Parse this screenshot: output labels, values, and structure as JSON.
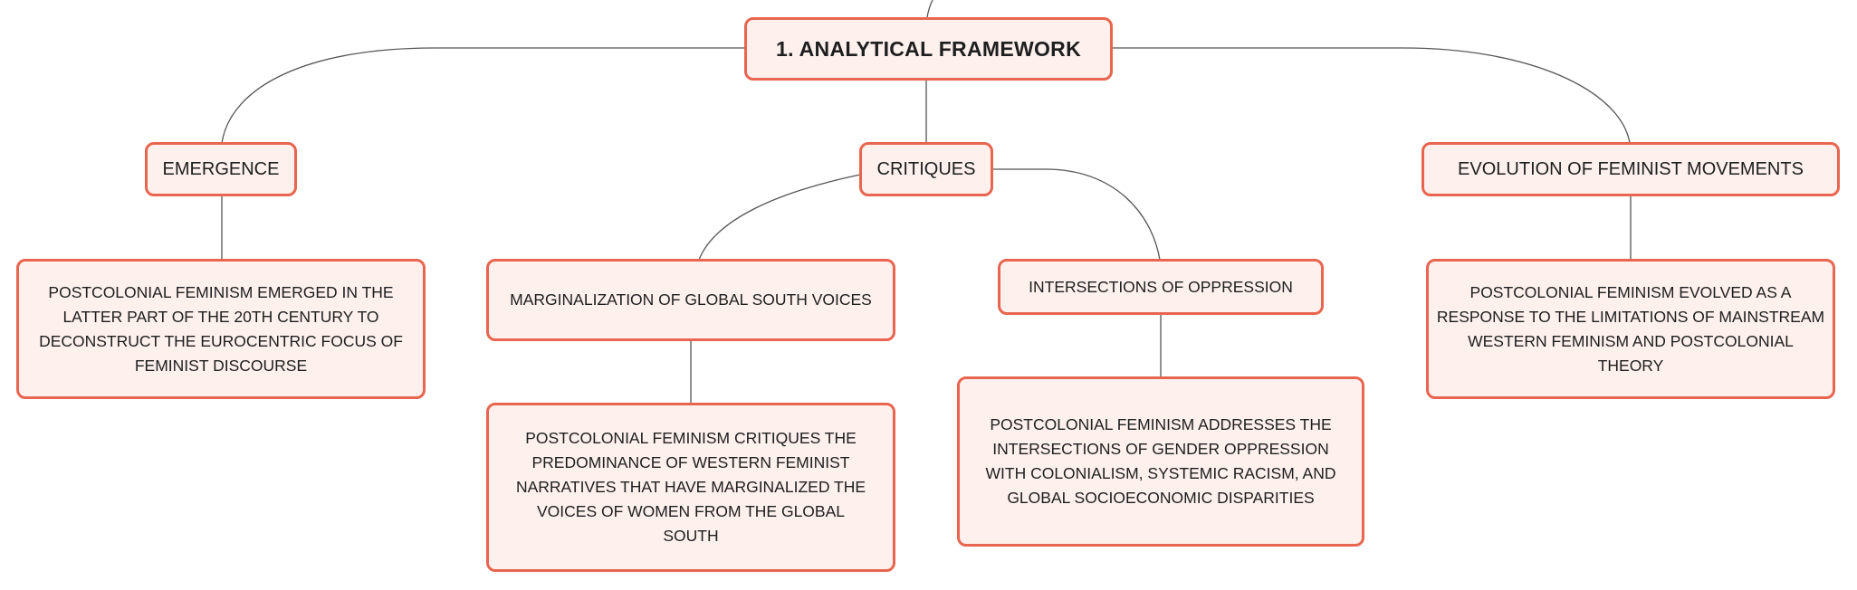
{
  "mindmap": {
    "root": {
      "label": "1. ANALYTICAL FRAMEWORK"
    },
    "branches": {
      "emergence": {
        "label": "EMERGENCE",
        "detail": "POSTCOLONIAL FEMINISM EMERGED IN THE LATTER PART OF THE 20TH CENTURY TO DECONSTRUCT THE EUROCENTRIC FOCUS OF FEMINIST DISCOURSE"
      },
      "critiques": {
        "label": "CRITIQUES",
        "marginalization": {
          "label": "MARGINALIZATION OF GLOBAL SOUTH VOICES",
          "detail": "POSTCOLONIAL FEMINISM CRITIQUES THE PREDOMINANCE OF WESTERN FEMINIST NARRATIVES THAT HAVE MARGINALIZED THE VOICES OF WOMEN FROM THE GLOBAL SOUTH"
        },
        "intersections": {
          "label": "INTERSECTIONS OF OPPRESSION",
          "detail": "POSTCOLONIAL FEMINISM ADDRESSES THE INTERSECTIONS OF GENDER OPPRESSION WITH COLONIALISM, SYSTEMIC RACISM, AND GLOBAL SOCIOECONOMIC DISPARITIES"
        }
      },
      "evolution": {
        "label": "EVOLUTION OF FEMINIST MOVEMENTS",
        "detail": "POSTCOLONIAL FEMINISM EVOLVED AS A RESPONSE TO THE LIMITATIONS OF MAINSTREAM WESTERN FEMINISM AND POSTCOLONIAL THEORY"
      }
    }
  },
  "style": {
    "node_fill": "#fdf0ed",
    "node_border": "#e8654f",
    "connector_color": "#555555",
    "text_color": "#1e1e1e"
  }
}
